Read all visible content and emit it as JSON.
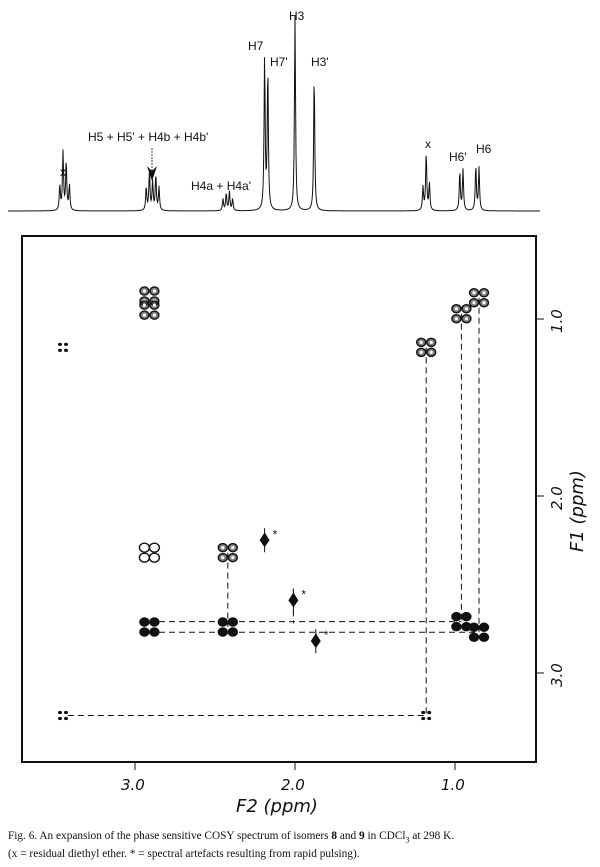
{
  "figure": {
    "caption": {
      "fig_label": "Fig. 6.",
      "text1": " An expansion of the phase sensitive COSY spectrum of isomers ",
      "isomer_a": "8",
      "text2": " and ",
      "isomer_b": "9",
      "text3": " in CDCl",
      "subscript": "3",
      "text4": " at 298 K.",
      "line2": "(x = residual diethyl ether. * = spectral artefacts resulting from rapid pulsing)."
    },
    "spectrum_1d": {
      "labels": {
        "h3": "H3",
        "h7": "H7",
        "h7p": "H7'",
        "h3p": "H3'",
        "h5group": "H5 + H5' + H4b + H4b'",
        "h4a": "H4a + H4a'",
        "x1": "x",
        "x2": "x",
        "h6p": "H6'",
        "h6": "H6"
      },
      "peaks": [
        {
          "ppm": 3.47,
          "intensity": 0.13
        },
        {
          "ppm": 3.45,
          "intensity": 0.3
        },
        {
          "ppm": 3.43,
          "intensity": 0.25
        },
        {
          "ppm": 3.41,
          "intensity": 0.13
        },
        {
          "ppm": 2.93,
          "intensity": 0.12
        },
        {
          "ppm": 2.91,
          "intensity": 0.2
        },
        {
          "ppm": 2.89,
          "intensity": 0.15
        },
        {
          "ppm": 2.87,
          "intensity": 0.18
        },
        {
          "ppm": 2.85,
          "intensity": 0.12
        },
        {
          "ppm": 2.45,
          "intensity": 0.06
        },
        {
          "ppm": 2.43,
          "intensity": 0.09
        },
        {
          "ppm": 2.41,
          "intensity": 0.1
        },
        {
          "ppm": 2.39,
          "intensity": 0.06
        },
        {
          "ppm": 2.19,
          "intensity": 0.78
        },
        {
          "ppm": 2.17,
          "intensity": 0.72
        },
        {
          "ppm": 2.0,
          "intensity": 1.0
        },
        {
          "ppm": 1.88,
          "intensity": 0.7
        },
        {
          "ppm": 1.2,
          "intensity": 0.12
        },
        {
          "ppm": 1.18,
          "intensity": 0.3
        },
        {
          "ppm": 1.16,
          "intensity": 0.14
        },
        {
          "ppm": 0.97,
          "intensity": 0.2
        },
        {
          "ppm": 0.95,
          "intensity": 0.21
        },
        {
          "ppm": 0.87,
          "intensity": 0.23
        },
        {
          "ppm": 0.85,
          "intensity": 0.22
        }
      ]
    },
    "cosy": {
      "f2_label": "F2  (ppm)",
      "f1_label": "F1  (ppm)",
      "f2_ticks": [
        "3.0",
        "2.0",
        "1.0"
      ],
      "f2_tick_values": [
        3.0,
        2.0,
        1.0
      ],
      "f1_ticks": [
        "1.0",
        "2.0",
        "3.0"
      ],
      "f1_tick_values": [
        1.0,
        2.0,
        3.0
      ],
      "artefact_mark": "*",
      "cross_peaks": [
        {
          "f2": 2.91,
          "f1": 0.87,
          "kind": "clover"
        },
        {
          "f2": 2.91,
          "f1": 0.95,
          "kind": "clover"
        },
        {
          "f2": 3.45,
          "f1": 1.16,
          "kind": "small"
        },
        {
          "f2": 2.91,
          "f1": 2.32,
          "kind": "open"
        },
        {
          "f2": 2.42,
          "f1": 2.32,
          "kind": "clover"
        },
        {
          "f2": 2.19,
          "f1": 2.25,
          "kind": "artefact"
        },
        {
          "f2": 2.01,
          "f1": 2.59,
          "kind": "artefact"
        },
        {
          "f2": 1.87,
          "f1": 2.82,
          "kind": "artefact"
        },
        {
          "f2": 2.91,
          "f1": 2.74,
          "kind": "filled"
        },
        {
          "f2": 2.42,
          "f1": 2.74,
          "kind": "filled"
        },
        {
          "f2": 3.45,
          "f1": 3.24,
          "kind": "small"
        },
        {
          "f2": 1.18,
          "f1": 1.16,
          "kind": "clover"
        },
        {
          "f2": 1.18,
          "f1": 3.24,
          "kind": "small"
        },
        {
          "f2": 0.96,
          "f1": 0.97,
          "kind": "clover"
        },
        {
          "f2": 0.96,
          "f1": 2.71,
          "kind": "filled"
        },
        {
          "f2": 0.85,
          "f1": 0.88,
          "kind": "clover"
        },
        {
          "f2": 0.85,
          "f1": 2.77,
          "kind": "filled"
        }
      ],
      "connections": [
        [
          2.85,
          2.71,
          0.96,
          2.71
        ],
        [
          2.85,
          2.77,
          0.85,
          2.77
        ],
        [
          3.42,
          3.24,
          1.18,
          3.24
        ],
        [
          1.18,
          1.16,
          1.18,
          3.24
        ],
        [
          0.96,
          0.97,
          0.96,
          2.71
        ],
        [
          0.85,
          0.88,
          0.85,
          2.77
        ],
        [
          2.42,
          2.32,
          2.42,
          2.74
        ],
        [
          2.01,
          2.59,
          2.01,
          2.72
        ]
      ]
    }
  }
}
